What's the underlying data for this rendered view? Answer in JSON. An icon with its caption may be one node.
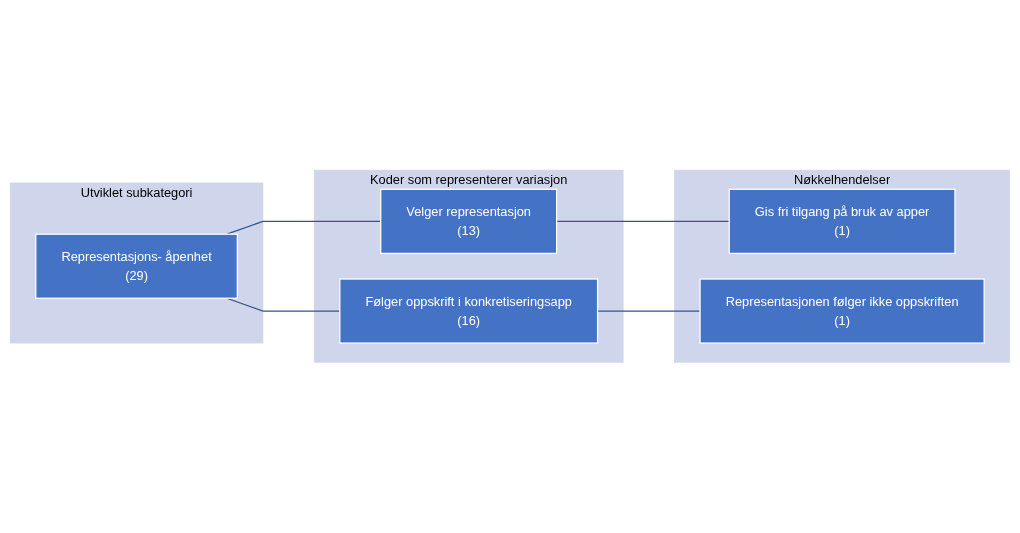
{
  "diagram": {
    "nodes": [
      {
        "text": [
          "Utviklet subkategori"
        ]
      },
      {
        "text": [
          "Representasjons- åpenhet",
          "(29)"
        ],
        "in": 0
      },
      {
        "text": [
          "Koder som representerer variasjon"
        ]
      },
      {
        "text": [
          "Velger representasjon",
          "(13)"
        ],
        "in": 2
      },
      {
        "text": [
          "Følger oppskrift i konkretiseringsapp",
          "(16)"
        ],
        "in": 2
      },
      {
        "text": [
          "Nøkkelhendelser"
        ]
      },
      {
        "text": [
          "Gis fri tilgang på bruk av apper",
          "(1)"
        ],
        "in": 5
      },
      {
        "text": [
          "Representasjonen følger ikke oppskriften",
          "(1)"
        ],
        "in": 5
      }
    ],
    "edges": [
      {
        "from": 1,
        "to": 3,
        "arrow": "none"
      },
      {
        "from": 1,
        "to": 4,
        "arrow": "none"
      },
      {
        "from": 3,
        "to": 6,
        "arrow": "none"
      },
      {
        "from": 4,
        "to": 7,
        "arrow": "none"
      }
    ]
  }
}
